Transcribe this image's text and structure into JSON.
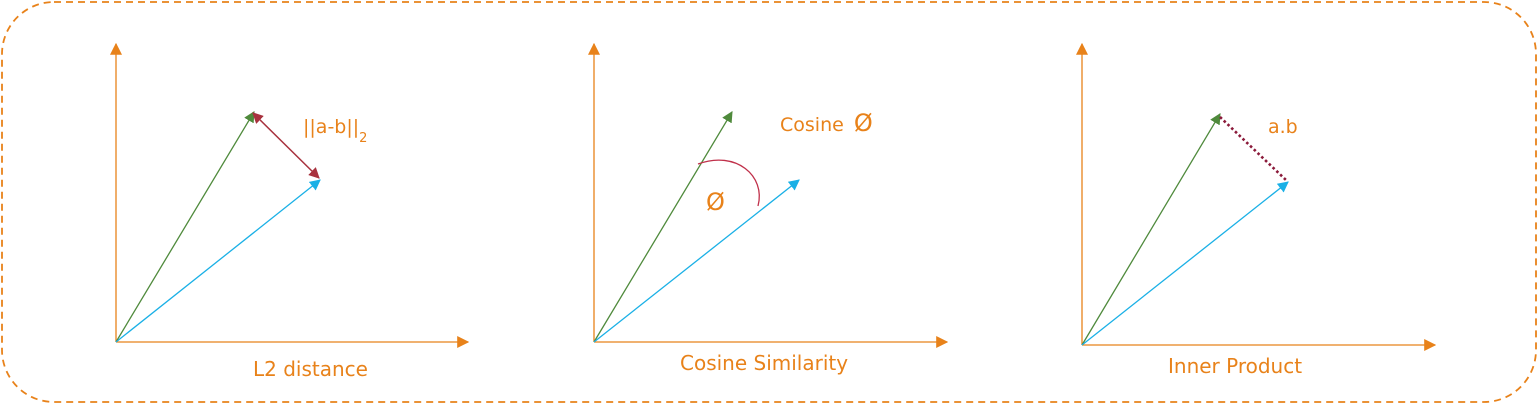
{
  "colors": {
    "axis": "#e8821a",
    "label": "#e8821a",
    "border": "#e8821a",
    "vector_a": "#4f8a3c",
    "vector_b": "#1ab0e6",
    "difference": "#a8323e",
    "angle_arc": "#c0304a",
    "projection": "#8b1a3a"
  },
  "panels": {
    "l2": {
      "caption": "L2 distance",
      "norm_label": "||a-b||",
      "norm_subscript": "2"
    },
    "cosine": {
      "caption": "Cosine Similarity",
      "title_label": "Cosine",
      "title_symbol": "Ø",
      "angle_symbol": "Ø"
    },
    "inner": {
      "caption": "Inner Product",
      "dot_label": "a.b"
    }
  }
}
